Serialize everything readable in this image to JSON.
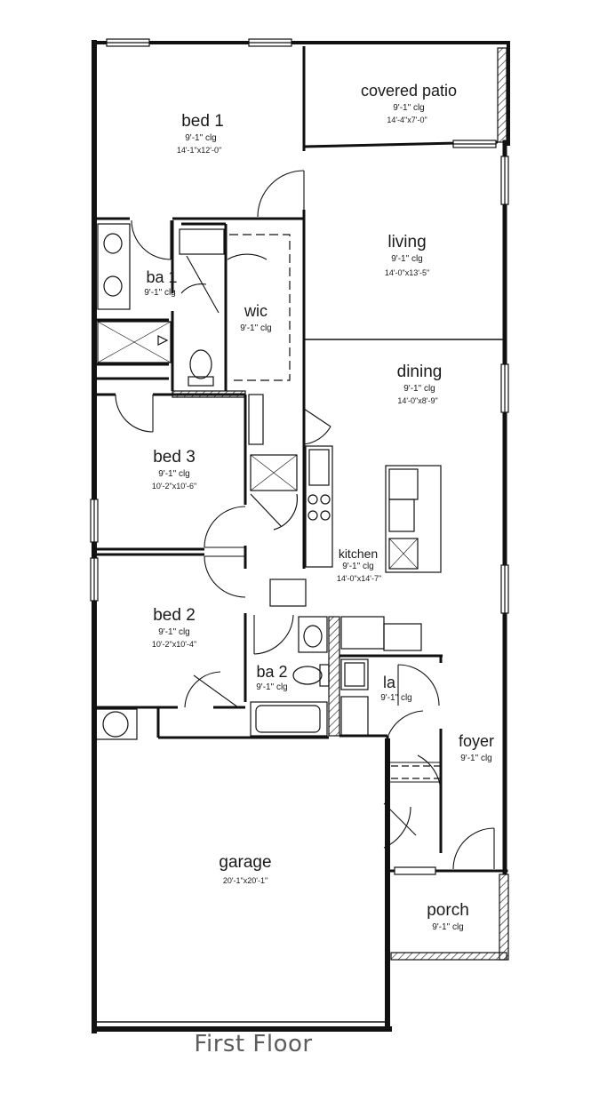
{
  "plan": {
    "caption": "First Floor",
    "rooms": {
      "covered_patio": {
        "name": "covered patio",
        "ceiling": "9'-1\" clg",
        "size": "14'-4\"x7'-0\""
      },
      "bed1": {
        "name": "bed 1",
        "ceiling": "9'-1\" clg",
        "size": "14'-1\"x12'-0\""
      },
      "living": {
        "name": "living",
        "ceiling": "9'-1\" clg",
        "size": "14'-0\"x13'-5\""
      },
      "ba1": {
        "name": "ba 1",
        "ceiling": "9'-1\" clg"
      },
      "wic": {
        "name": "wic",
        "ceiling": "9'-1\" clg"
      },
      "dining": {
        "name": "dining",
        "ceiling": "9'-1\" clg",
        "size": "14'-0\"x8'-9\""
      },
      "bed3": {
        "name": "bed 3",
        "ceiling": "9'-1\" clg",
        "size": "10'-2\"x10'-6\""
      },
      "kitchen": {
        "name": "kitchen",
        "ceiling": "9'-1\" clg",
        "size": "14'-0\"x14'-7\""
      },
      "bed2": {
        "name": "bed 2",
        "ceiling": "9'-1\" clg",
        "size": "10'-2\"x10'-4\""
      },
      "ba2": {
        "name": "ba 2",
        "ceiling": "9'-1\" clg"
      },
      "la": {
        "name": "la",
        "ceiling": "9'-1\" clg"
      },
      "foyer": {
        "name": "foyer",
        "ceiling": "9'-1\" clg"
      },
      "garage": {
        "name": "garage",
        "size": "20'-1\"x20'-1\""
      },
      "porch": {
        "name": "porch",
        "ceiling": "9'-1\" clg"
      }
    }
  }
}
